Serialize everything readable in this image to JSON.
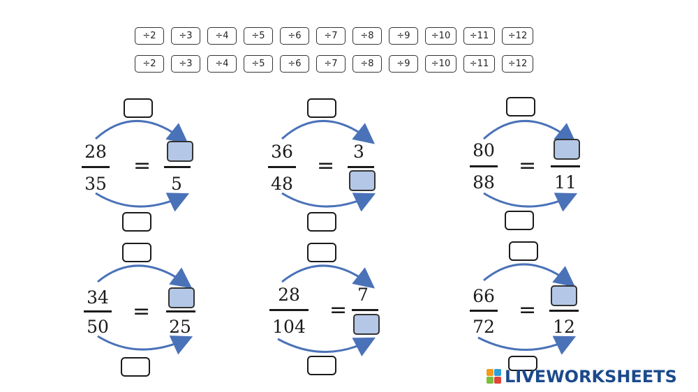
{
  "operator_chips": {
    "row1": [
      "÷2",
      "÷3",
      "÷4",
      "÷5",
      "÷6",
      "÷7",
      "÷8",
      "÷9",
      "÷10",
      "÷11",
      "÷12"
    ],
    "row2": [
      "÷2",
      "÷3",
      "÷4",
      "÷5",
      "÷6",
      "÷7",
      "÷8",
      "÷9",
      "÷10",
      "÷11",
      "÷12"
    ]
  },
  "equations": [
    {
      "left_num": "28",
      "left_den": "35",
      "right_num": "",
      "right_den": "5",
      "missing": "numerator"
    },
    {
      "left_num": "36",
      "left_den": "48",
      "right_num": "3",
      "right_den": "",
      "missing": "denominator"
    },
    {
      "left_num": "80",
      "left_den": "88",
      "right_num": "",
      "right_den": "11",
      "missing": "numerator"
    },
    {
      "left_num": "34",
      "left_den": "50",
      "right_num": "",
      "right_den": "25",
      "missing": "numerator"
    },
    {
      "left_num": "28",
      "left_den": "104",
      "right_num": "7",
      "right_den": "",
      "missing": "denominator"
    },
    {
      "left_num": "66",
      "left_den": "72",
      "right_num": "",
      "right_den": "12",
      "missing": "numerator"
    }
  ],
  "equals_sign": "=",
  "colors": {
    "drop_box": "#b4c7e7",
    "arrow": "#4a72b8",
    "logo_text": "#1b4a8c"
  },
  "logo": {
    "text": "LIVEWORKSHEETS"
  }
}
